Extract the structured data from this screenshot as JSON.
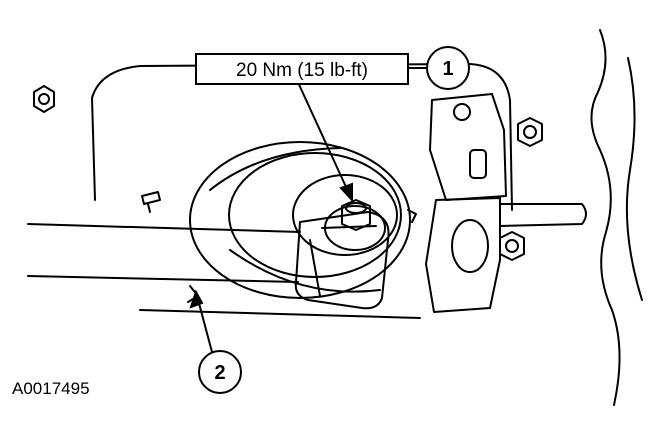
{
  "torque_label": "20 Nm (15 lb-ft)",
  "callouts": [
    {
      "number": "1",
      "part": ""
    },
    {
      "number": "2",
      "part": ""
    }
  ],
  "figure_code": "A0017495",
  "colors": {
    "line": "#000000",
    "background": "#ffffff"
  }
}
